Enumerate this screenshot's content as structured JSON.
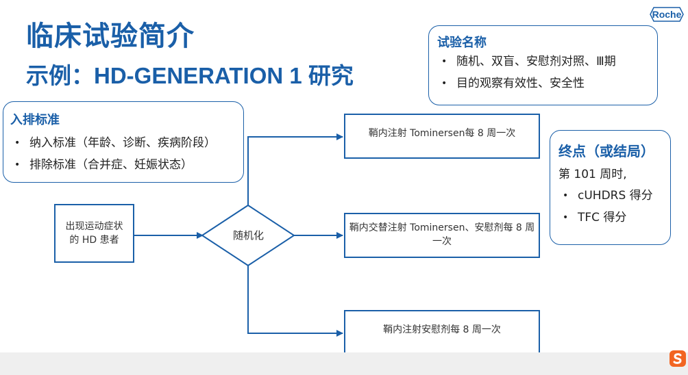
{
  "slide": {
    "title": "临床试验简介",
    "subtitle": "示例：HD-GENERATION 1 研究",
    "logo_text": "Roche"
  },
  "trial_name": {
    "heading": "试验名称",
    "items": [
      "随机、双盲、安慰剂对照、Ⅲ期",
      "目的观察有效性、安全性"
    ]
  },
  "criteria": {
    "heading": "入排标准",
    "items": [
      "纳入标准（年龄、诊断、疾病阶段）",
      "排除标准（合并症、妊娠状态）"
    ]
  },
  "endpoint": {
    "heading": "终点（或结局）",
    "timepoint": "第 101 周时,",
    "items": [
      "cUHDRS 得分",
      "TFC 得分"
    ]
  },
  "flow": {
    "patient": "出现运动症状的 HD 患者",
    "randomize": "随机化",
    "arm1": "鞘内注射 Tominersen每 8 周一次",
    "arm2": "鞘内交替注射 Tominersen、安慰剂每 8 周一次",
    "arm3": "鞘内注射安慰剂每 8 周一次"
  },
  "colors": {
    "accent": "#1a5fa8",
    "taskbar": "#efefef",
    "sogou": "#f26522"
  },
  "icons": {
    "taskbar_app": "sogou-input-icon"
  }
}
